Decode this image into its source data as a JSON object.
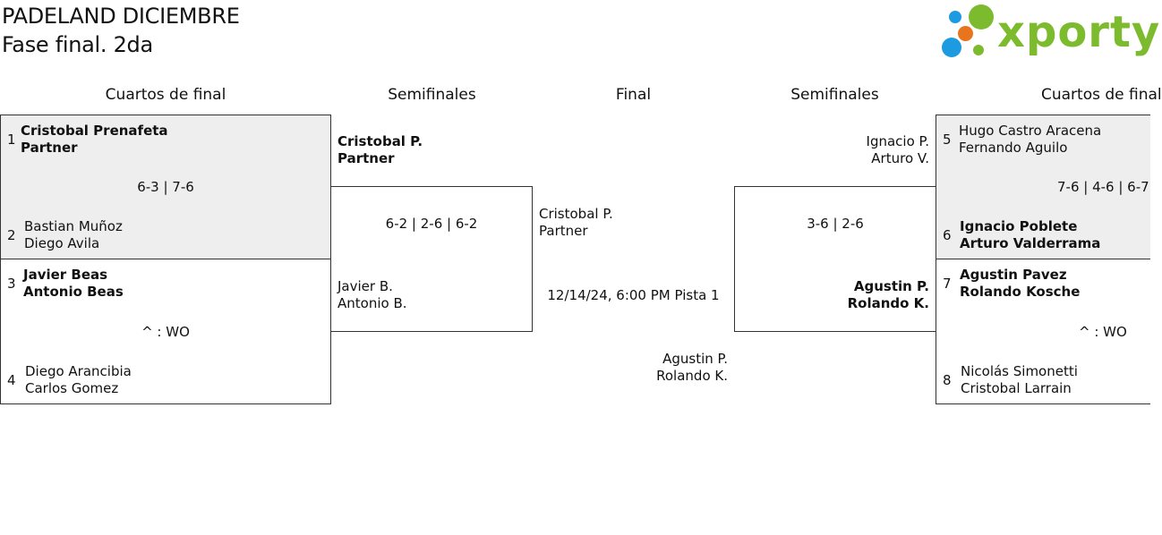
{
  "header": {
    "title": "PADELAND DICIEMBRE",
    "subtitle": "Fase final. 2da"
  },
  "logo": {
    "text": "xporty",
    "colors": {
      "green": "#7dbb2e",
      "blue": "#1e9be0",
      "orange": "#e8741c"
    }
  },
  "rounds": {
    "left_quarters": "Cuartos de final",
    "left_semis": "Semifinales",
    "final": "Final",
    "right_semis": "Semifinales",
    "right_quarters": "Cuartos de final"
  },
  "quarters_left": [
    {
      "top": {
        "seed": "1",
        "p1": "Cristobal Prenafeta",
        "p2": "Partner"
      },
      "score": "6-3 | 7-6",
      "bottom": {
        "seed": "2",
        "p1": "Bastian Muñoz",
        "p2": "Diego Avila"
      }
    },
    {
      "top": {
        "seed": "3",
        "p1": "Javier Beas",
        "p2": "Antonio Beas"
      },
      "score": "^ : WO",
      "bottom": {
        "seed": "4",
        "p1": "Diego Arancibia",
        "p2": "Carlos Gomez"
      }
    }
  ],
  "quarters_right": [
    {
      "top": {
        "seed": "5",
        "p1": "Hugo Castro Aracena",
        "p2": "Fernando Aguilo"
      },
      "score": "7-6 | 4-6 | 6-7",
      "bottom": {
        "seed": "6",
        "p1": "Ignacio Poblete",
        "p2": "Arturo Valderrama"
      }
    },
    {
      "top": {
        "seed": "7",
        "p1": "Agustin Pavez",
        "p2": "Rolando Kosche"
      },
      "score": "^ : WO",
      "bottom": {
        "seed": "8",
        "p1": "Nicolás Simonetti",
        "p2": "Cristobal Larrain"
      }
    }
  ],
  "semi_left": {
    "top": {
      "p1": "Cristobal P.",
      "p2": "Partner"
    },
    "score": "6-2 | 2-6 | 6-2",
    "bottom": {
      "p1": "Javier B.",
      "p2": "Antonio B."
    }
  },
  "semi_right": {
    "top": {
      "p1": "Ignacio P.",
      "p2": "Arturo V."
    },
    "score": "3-6 | 2-6",
    "bottom": {
      "p1": "Agustin P.",
      "p2": "Rolando K."
    }
  },
  "final": {
    "top": {
      "p1": "Cristobal P.",
      "p2": "Partner"
    },
    "info": "12/14/24, 6:00 PM Pista 1",
    "bottom": {
      "p1": "Agustin P.",
      "p2": "Rolando K."
    }
  }
}
